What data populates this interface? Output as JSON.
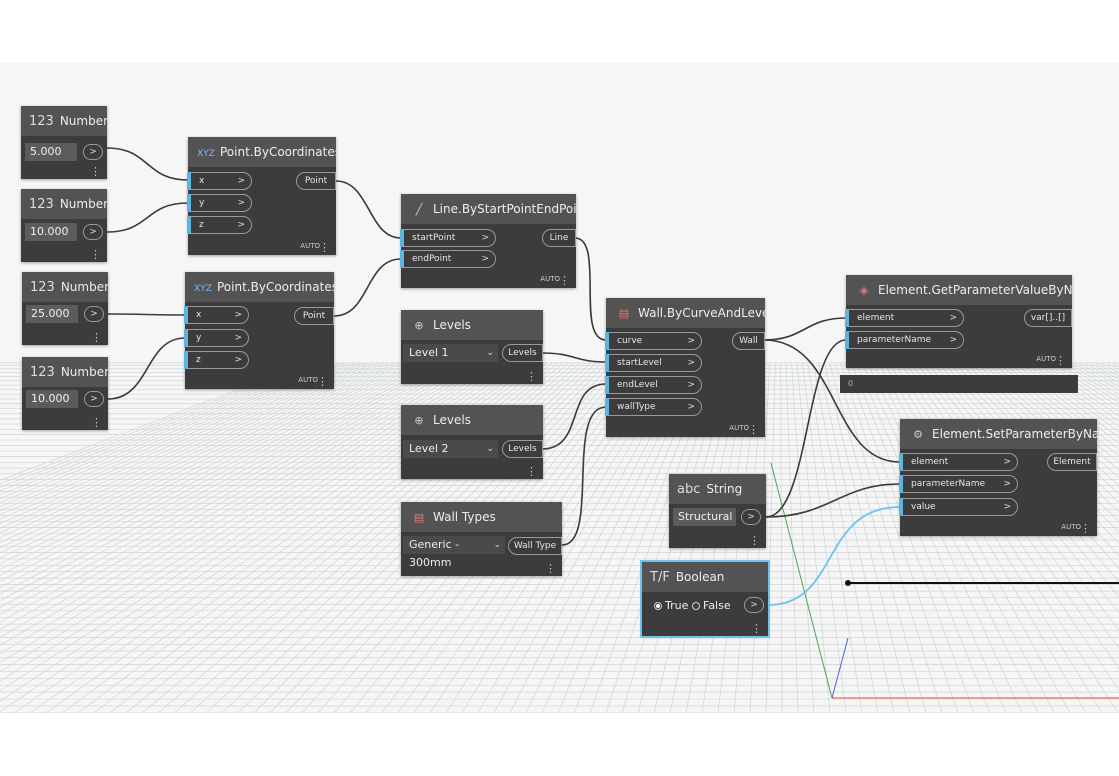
{
  "nodes": {
    "num1": {
      "icon": "123",
      "title": "Number",
      "value": "5.000",
      "out": ">"
    },
    "num2": {
      "icon": "123",
      "title": "Number",
      "value": "10.000",
      "out": ">"
    },
    "num3": {
      "icon": "123",
      "title": "Number",
      "value": "25.000",
      "out": ">"
    },
    "num4": {
      "icon": "123",
      "title": "Number",
      "value": "10.000",
      "out": ">"
    },
    "pt1": {
      "icon": "XYZ",
      "title": "Point.ByCoordinates",
      "inputs": [
        "x",
        "y",
        "z"
      ],
      "output": "Point",
      "lacing": "AUTO"
    },
    "pt2": {
      "icon": "XYZ",
      "title": "Point.ByCoordinates",
      "inputs": [
        "x",
        "y",
        "z"
      ],
      "output": "Point",
      "lacing": "AUTO"
    },
    "line": {
      "title": "Line.ByStartPointEndPoint",
      "inputs": [
        "startPoint",
        "endPoint"
      ],
      "output": "Line",
      "lacing": "AUTO"
    },
    "lev1": {
      "title": "Levels",
      "selected": "Level 1",
      "output": "Levels"
    },
    "lev2": {
      "title": "Levels",
      "selected": "Level 2",
      "output": "Levels"
    },
    "walltypes": {
      "title": "Wall Types",
      "selected": "Generic - 300mm",
      "output": "Wall Type"
    },
    "wall": {
      "title": "Wall.ByCurveAndLevels",
      "inputs": [
        "curve",
        "startLevel",
        "endLevel",
        "wallType"
      ],
      "output": "Wall",
      "lacing": "AUTO"
    },
    "getparam": {
      "title": "Element.GetParameterValueByName",
      "inputs": [
        "element",
        "parameterName"
      ],
      "output": "var[]..[]",
      "lacing": "AUTO",
      "preview": "0"
    },
    "setparam": {
      "title": "Element.SetParameterByName",
      "inputs": [
        "element",
        "parameterName",
        "value"
      ],
      "output": "Element",
      "lacing": "AUTO"
    },
    "string": {
      "icon": "abc",
      "title": "String",
      "value": "Structural",
      "out": ">"
    },
    "boolean": {
      "icon": "T/F",
      "title": "Boolean",
      "true_label": "True",
      "false_label": "False",
      "selected": "True",
      "out": ">"
    }
  },
  "colors": {
    "canvas": "#f6f6f6",
    "grid": "#cfd4d6",
    "node_body": "#3c3c3c",
    "node_header": "#535353",
    "port_accent": "#5fb4de",
    "wire": "#3a3a3a",
    "wire_selected": "#6ec3ee",
    "axis_x": "#e04a3a",
    "axis_y": "#47a85a",
    "axis_z": "#4a5fd0"
  },
  "icons": {
    "more_menu": "vertical-ellipsis-icon",
    "dropdown": "chevron-down-icon",
    "gear": "gear-icon"
  }
}
